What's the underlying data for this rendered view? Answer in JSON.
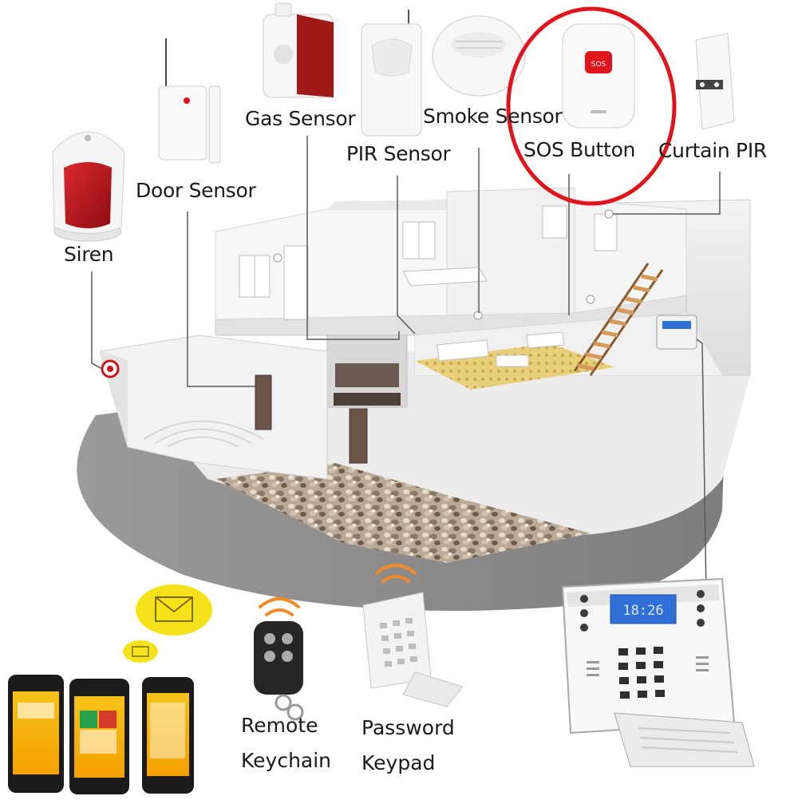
{
  "labels": {
    "gas_sensor": "Gas Sensor",
    "smoke_sensor": "Smoke Sensor",
    "pir_sensor": "PIR Sensor",
    "sos_button": "SOS Button",
    "curtain_pir": "Curtain PIR",
    "door_sensor": "Door Sensor",
    "siren": "Siren",
    "remote_line1": "Remote",
    "remote_line2": "Keychain",
    "keypad_line1": "Password",
    "keypad_line2": "Keypad"
  },
  "device_text": {
    "sos_face": "SOS",
    "lcd_readout": "18:26"
  },
  "colors": {
    "highlight_ring": "#e0151b",
    "siren_red": "#c4161c",
    "gas_red": "#a01a1a",
    "floor_gray": "#8c8c8c",
    "message_yellow": "#f6e21a",
    "lcd_blue": "#2f6fd6",
    "signal_orange": "#f08a2a"
  },
  "icons": [
    "envelope-icon",
    "wifi-signal-icon",
    "sos-button-icon"
  ]
}
